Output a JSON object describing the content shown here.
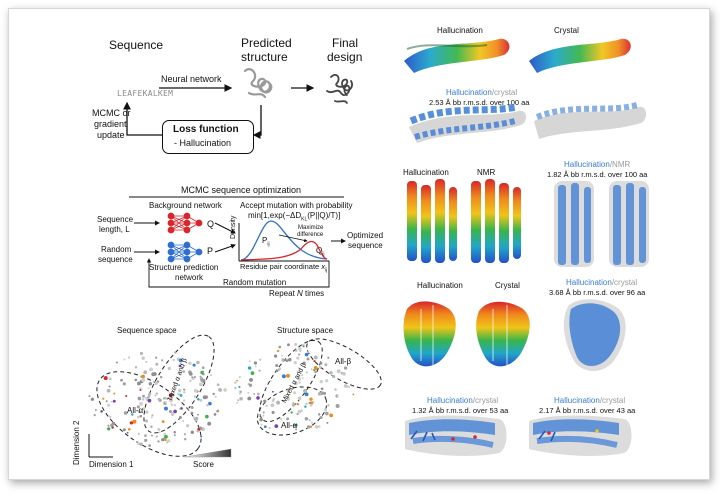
{
  "panelA": {
    "sequence_title": "Sequence",
    "predicted_title_line1": "Predicted",
    "predicted_title_line2": "structure",
    "final_title_line1": "Final",
    "final_title_line2": "design",
    "neural_network_label": "Neural network",
    "sequence_text": "LEAFEKALKEM",
    "mcmc_label_line1": "MCMC or",
    "mcmc_label_line2": "gradient",
    "mcmc_label_line3": "update",
    "loss_title": "Loss function",
    "loss_subtitle": "- Hallucination"
  },
  "panelB": {
    "title": "MCMC sequence optimization",
    "seq_length_line1": "Sequence",
    "seq_length_line2": "length, L",
    "random_seq_line1": "Random",
    "random_seq_line2": "sequence",
    "background_network": "Background network",
    "structure_network_line1": "Structure prediction",
    "structure_network_line2": "network",
    "accept_line1": "Accept mutation with probability",
    "accept_line2": "min[1,exp(−ΔD",
    "accept_line2_sub": "KL",
    "accept_line2_end": "(P||Q)/T)]",
    "maximize_line1": "Maximize",
    "maximize_line2": "difference",
    "density_label": "Density",
    "p_label": "P",
    "p_sub": "ij",
    "q_label": "Q",
    "q_sub": "ij",
    "node_q": "Q",
    "node_p": "P",
    "x_axis_label": "Residue pair coordinate",
    "x_axis_var": "x",
    "x_axis_sub": "ij",
    "optimized_line1": "Optimized",
    "optimized_line2": "sequence",
    "random_mutation": "Random mutation",
    "repeat_pre": "Repeat",
    "repeat_n": "N",
    "repeat_post": "times"
  },
  "panelC": {
    "sequence_space": "Sequence space",
    "structure_space": "Structure space",
    "all_alpha_seq": "All-α",
    "mixed_seq": "Mixed α and β",
    "all_alpha_str": "All-α",
    "mixed_str": "Mixed α and β",
    "all_beta_str": "All-β",
    "dimension2": "Dimension 2",
    "dimension1": "Dimension 1",
    "score": "Score"
  },
  "panelD": {
    "row1_left": "Hallucination",
    "row1_right": "Crystal",
    "row1_overlay_a": "Hallucination",
    "row1_overlay_b": "/crystal",
    "row1_rmsd": "2.53 Å bb r.m.s.d. over 100 aa",
    "row2_hall": "Hallucination",
    "row2_nmr": "NMR",
    "row2_overlay_a": "Hallucination",
    "row2_overlay_b": "/NMR",
    "row2_rmsd": "1.82 Å bb r.m.s.d. over 100 aa",
    "row3_hall": "Hallucination",
    "row3_crystal": "Crystal",
    "row3_overlay_a": "Hallucination",
    "row3_overlay_b": "/crystal",
    "row3_rmsd": "3.68 Å bb r.m.s.d. over 96 aa",
    "row4a_overlay_a": "Hallucination",
    "row4a_overlay_b": "/crystal",
    "row4a_rmsd": "1.32 Å bb r.m.s.d. over 53 aa",
    "row4b_overlay_a": "Hallucination",
    "row4b_overlay_b": "/crystal",
    "row4b_rmsd": "2.17 Å bb r.m.s.d. over 43 aa"
  },
  "colors": {
    "hallucination_blue": "#3a7bd5",
    "crystal_gray": "#9a9a9a",
    "background_network_red": "#d9262b",
    "structure_network_blue": "#2f6fd0"
  }
}
